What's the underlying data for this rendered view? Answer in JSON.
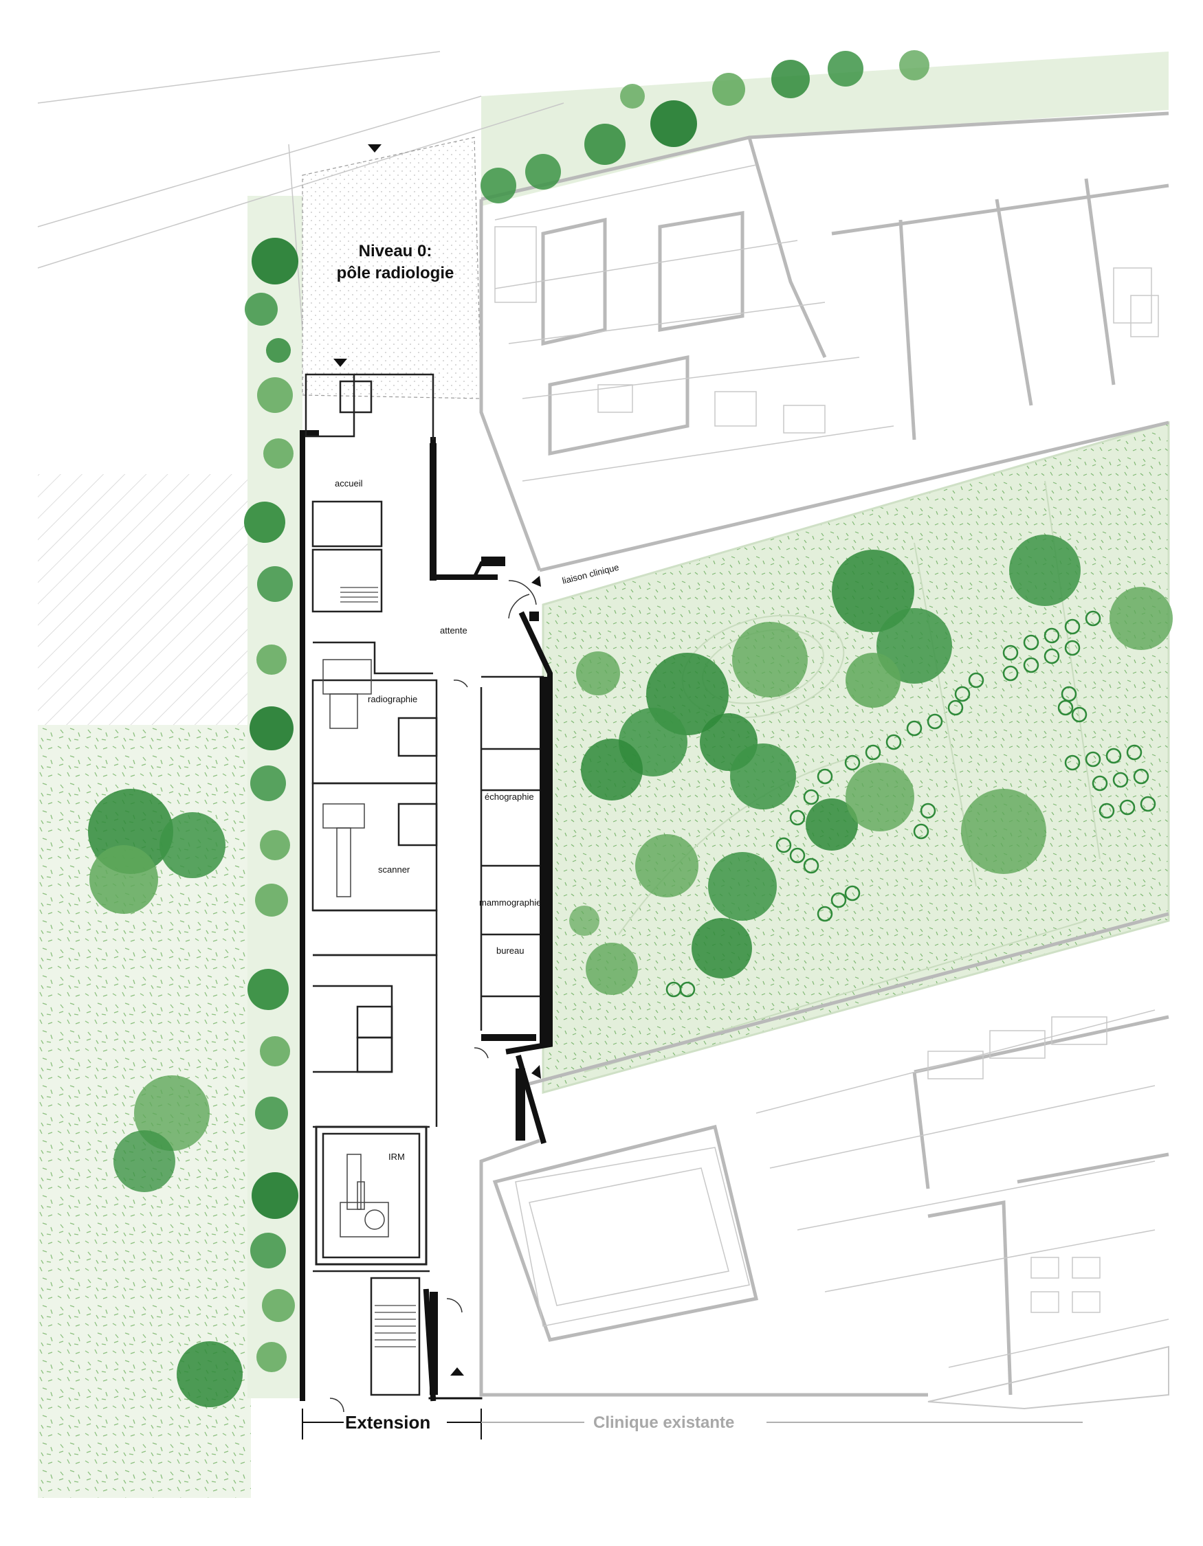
{
  "title": {
    "line1": "Niveau 0:",
    "line2": "pôle radiologie"
  },
  "rooms": {
    "accueil": "accueil",
    "attente": "attente",
    "radiographie": "radiographie",
    "scanner": "scanner",
    "echographie": "échographie",
    "mammographie": "mammographie",
    "bureau": "bureau",
    "irm": "IRM"
  },
  "liaison": "liaison clinique",
  "footer": {
    "extension": "Extension",
    "existing": "Clinique existante"
  },
  "colors": {
    "wall": "#111111",
    "existing_lines": "#b9b9b9",
    "garden_fill": "#e6f0df",
    "lawn_fill": "#eef5e9",
    "tree_dark": "#1f7a2e",
    "tree_light": "#5fa85a"
  },
  "icons": [
    "entrance-arrow-icon",
    "tree-icon",
    "palm-icon",
    "round-shrub-icon"
  ]
}
